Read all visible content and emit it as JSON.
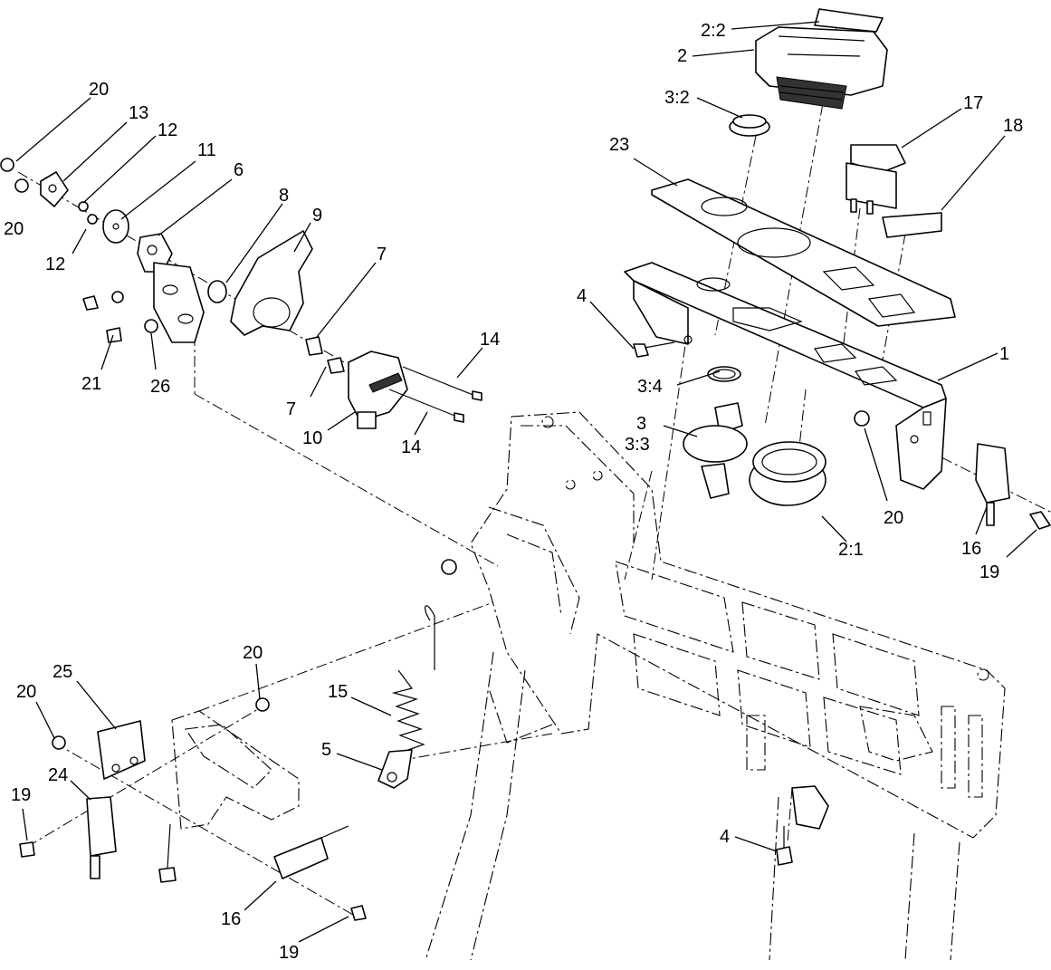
{
  "callouts": {
    "c1": "1",
    "c2": "2",
    "c2_1": "2:1",
    "c2_2": "2:2",
    "c3": "3",
    "c3_2": "3:2",
    "c3_3": "3:3",
    "c3_4": "3:4",
    "c4a": "4",
    "c4b": "4",
    "c5": "5",
    "c6": "6",
    "c7a": "7",
    "c7b": "7",
    "c8": "8",
    "c9": "9",
    "c10": "10",
    "c11": "11",
    "c12a": "12",
    "c12b": "12",
    "c13": "13",
    "c14a": "14",
    "c14b": "14",
    "c15": "15",
    "c16a": "16",
    "c16b": "16",
    "c17": "17",
    "c18": "18",
    "c19a": "19",
    "c19b": "19",
    "c19c": "19",
    "c20a": "20",
    "c20b": "20",
    "c20c": "20",
    "c20d": "20",
    "c20e": "20",
    "c21": "21",
    "c23": "23",
    "c24": "24",
    "c25": "25",
    "c26": "26"
  }
}
